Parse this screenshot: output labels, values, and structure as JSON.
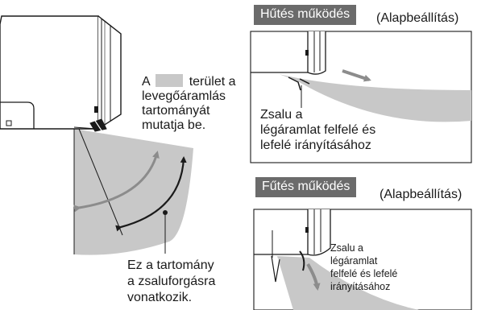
{
  "colors": {
    "line": "#1a1a1a",
    "airflow_gray": "#c8c8c8",
    "arrow_gray": "#8c8c8c",
    "header_gray": "#6b6b6b"
  },
  "main": {
    "legend_prefix": "A",
    "legend_suffix": "terület a",
    "legend_line2": "levegőáramlás",
    "legend_line3": "tartományát",
    "legend_line4": "mutatja be.",
    "range_line1": "Ez a tartomány",
    "range_line2": "a zsaluforgásra",
    "range_line3": "vonatkozik."
  },
  "cooling": {
    "title": "Hűtés működés",
    "default": "(Alapbeállítás)",
    "caption_line1": "Zsalu a",
    "caption_line2": "légáramlat felfelé és",
    "caption_line3": "lefelé irányításához"
  },
  "heating": {
    "title": "Fűtés működés",
    "default": "(Alapbeállítás)",
    "caption_line1": "Zsalu a",
    "caption_line2": "légáramlat",
    "caption_line3": "felfelé és lefelé",
    "caption_line4": "irányításához"
  }
}
